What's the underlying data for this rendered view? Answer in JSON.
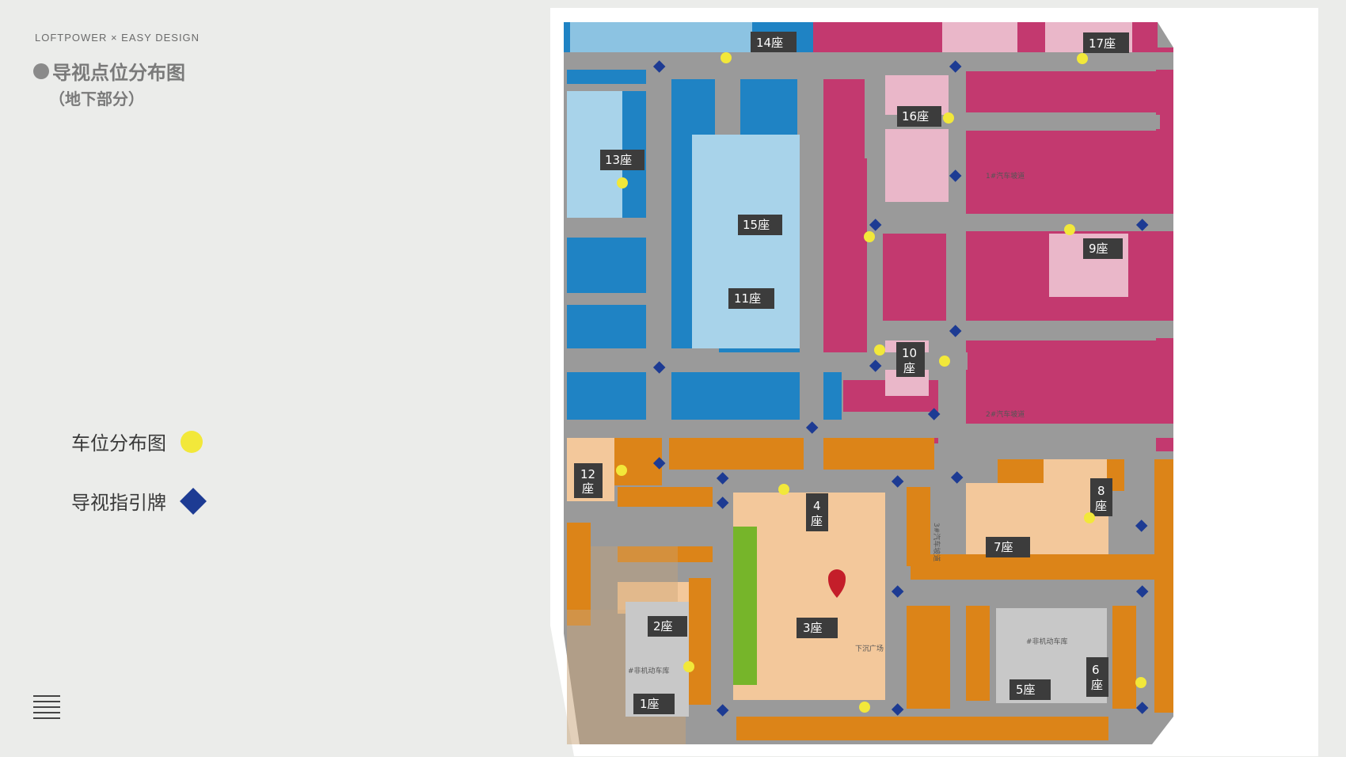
{
  "brand": "LOFTPOWER × EASY DESIGN",
  "title": "导视点位分布图",
  "subtitle": "（地下部分）",
  "legend": {
    "parking": "车位分布图",
    "signage": "导视指引牌"
  },
  "colors": {
    "parking_dot": "#f2e83a",
    "signage_diamond": "#1d3b93",
    "blue_zone": "#1f83c4",
    "pink_zone": "#c3396f",
    "orange_zone": "#dc8418",
    "green_zone": "#76b52a",
    "location_pin": "#c41e2a"
  },
  "buildings": [
    {
      "id": "b14",
      "label": "14座"
    },
    {
      "id": "b17",
      "label": "17座"
    },
    {
      "id": "b16",
      "label": "16座"
    },
    {
      "id": "b13",
      "label": "13座"
    },
    {
      "id": "b15",
      "label": "15座"
    },
    {
      "id": "b9",
      "label": "9座"
    },
    {
      "id": "b11",
      "label": "11座"
    },
    {
      "id": "b10a",
      "label": "10"
    },
    {
      "id": "b10b",
      "label": "座"
    },
    {
      "id": "b12a",
      "label": "12"
    },
    {
      "id": "b12b",
      "label": "座"
    },
    {
      "id": "b4a",
      "label": "4"
    },
    {
      "id": "b4b",
      "label": "座"
    },
    {
      "id": "b8a",
      "label": "8"
    },
    {
      "id": "b8b",
      "label": "座"
    },
    {
      "id": "b7",
      "label": "7座"
    },
    {
      "id": "b2",
      "label": "2座"
    },
    {
      "id": "b3",
      "label": "3座"
    },
    {
      "id": "b6a",
      "label": "6"
    },
    {
      "id": "b6b",
      "label": "座"
    },
    {
      "id": "b1",
      "label": "1座"
    },
    {
      "id": "b5",
      "label": "5座"
    }
  ],
  "annotations": {
    "ramp1": "1#汽车坡道",
    "ramp2": "2#汽车坡道",
    "ramp3": "3#汽车坡道",
    "bike_garage_left": "#非机动车库",
    "bike_garage_right": "#非机动车库",
    "sunken_plaza": "下沉广场"
  }
}
